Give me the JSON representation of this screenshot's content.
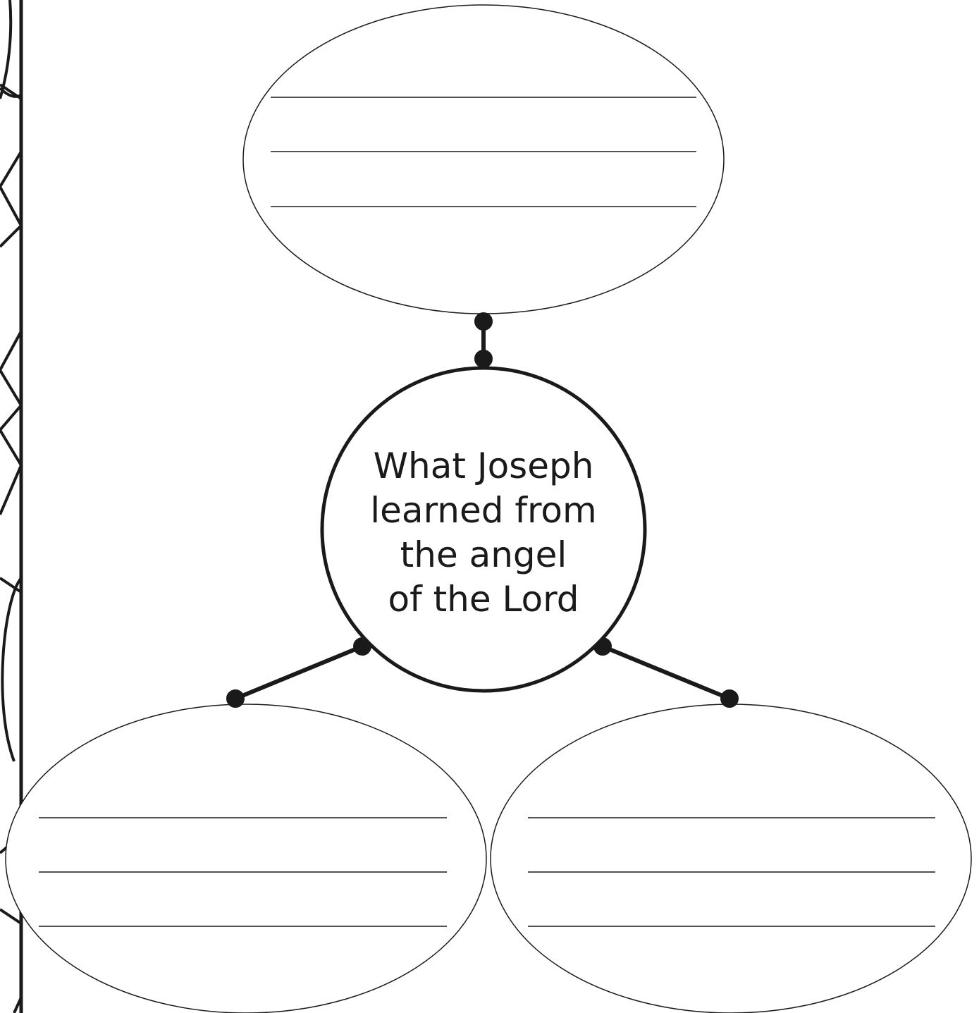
{
  "worksheet": {
    "center_topic_lines": [
      "What Joseph",
      "learned from",
      "the angel",
      "of the Lord"
    ],
    "outer_bubbles": [
      "top",
      "bottom-left",
      "bottom-right"
    ],
    "lines_per_bubble": 3,
    "ink_color": "#1a1a1a",
    "paper_color": "#ffffff"
  }
}
